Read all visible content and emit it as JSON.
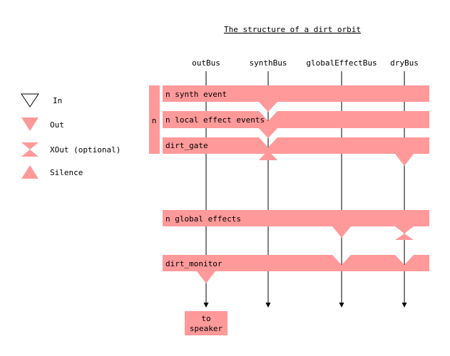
{
  "title": "The structure of a dirt orbit",
  "buses": [
    "outBus",
    "synthBus",
    "globalEffectBus",
    "dryBus"
  ],
  "legend": [
    {
      "symbol": "in-triangle-icon",
      "label": "In"
    },
    {
      "symbol": "out-triangle-icon",
      "label": "Out"
    },
    {
      "symbol": "xout-hourglass-icon",
      "label": "XOut (optional)"
    },
    {
      "symbol": "silence-triangle-icon",
      "label": "Silence"
    }
  ],
  "group_label": "n",
  "bands": [
    {
      "label": "n synth event"
    },
    {
      "label": "n local effect events"
    },
    {
      "label": "dirt_gate"
    },
    {
      "label": "n global effects"
    },
    {
      "label": "dirt_monitor"
    }
  ],
  "output_box": {
    "line1": "to",
    "line2": "speaker"
  },
  "colors": {
    "accent": "#ff999a",
    "line": "#000000"
  }
}
